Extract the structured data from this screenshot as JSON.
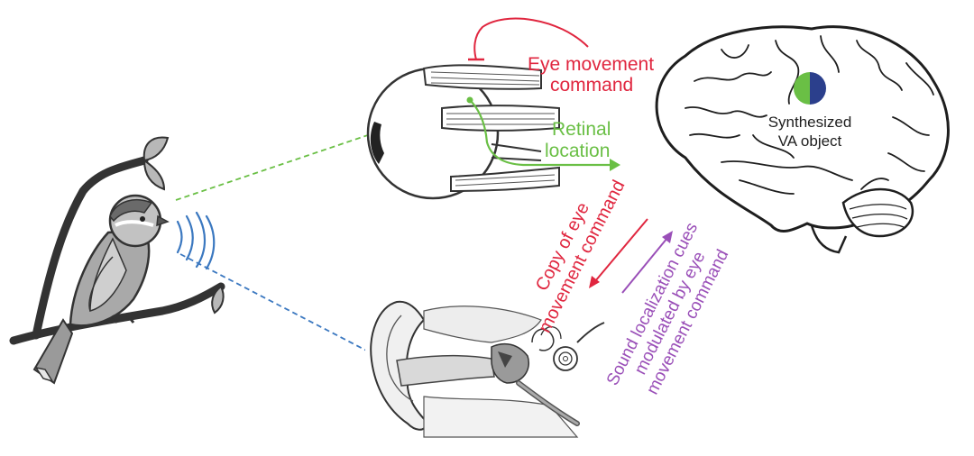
{
  "labels": {
    "eye_command_1": "Eye movement",
    "eye_command_2": "command",
    "retinal_1": "Retinal",
    "retinal_2": "location",
    "va_1": "Synthesized",
    "va_2": "VA object",
    "copy_1": "Copy of eye",
    "copy_2": "movement command",
    "sound_1": "Sound localization cues",
    "sound_2": "modulated by eye",
    "sound_3": "movement command"
  },
  "colors": {
    "red": "#e0263f",
    "green": "#6abf45",
    "blue": "#3b78c0",
    "purple": "#9a4fb8",
    "navy": "#2b3f8c",
    "ink": "#1e1e1e"
  },
  "icons": {
    "bird": "bird-icon",
    "eye": "eyeball-icon",
    "ear": "ear-anatomy-icon",
    "brain": "brain-icon",
    "va_object": "bicolor-circle-icon"
  }
}
